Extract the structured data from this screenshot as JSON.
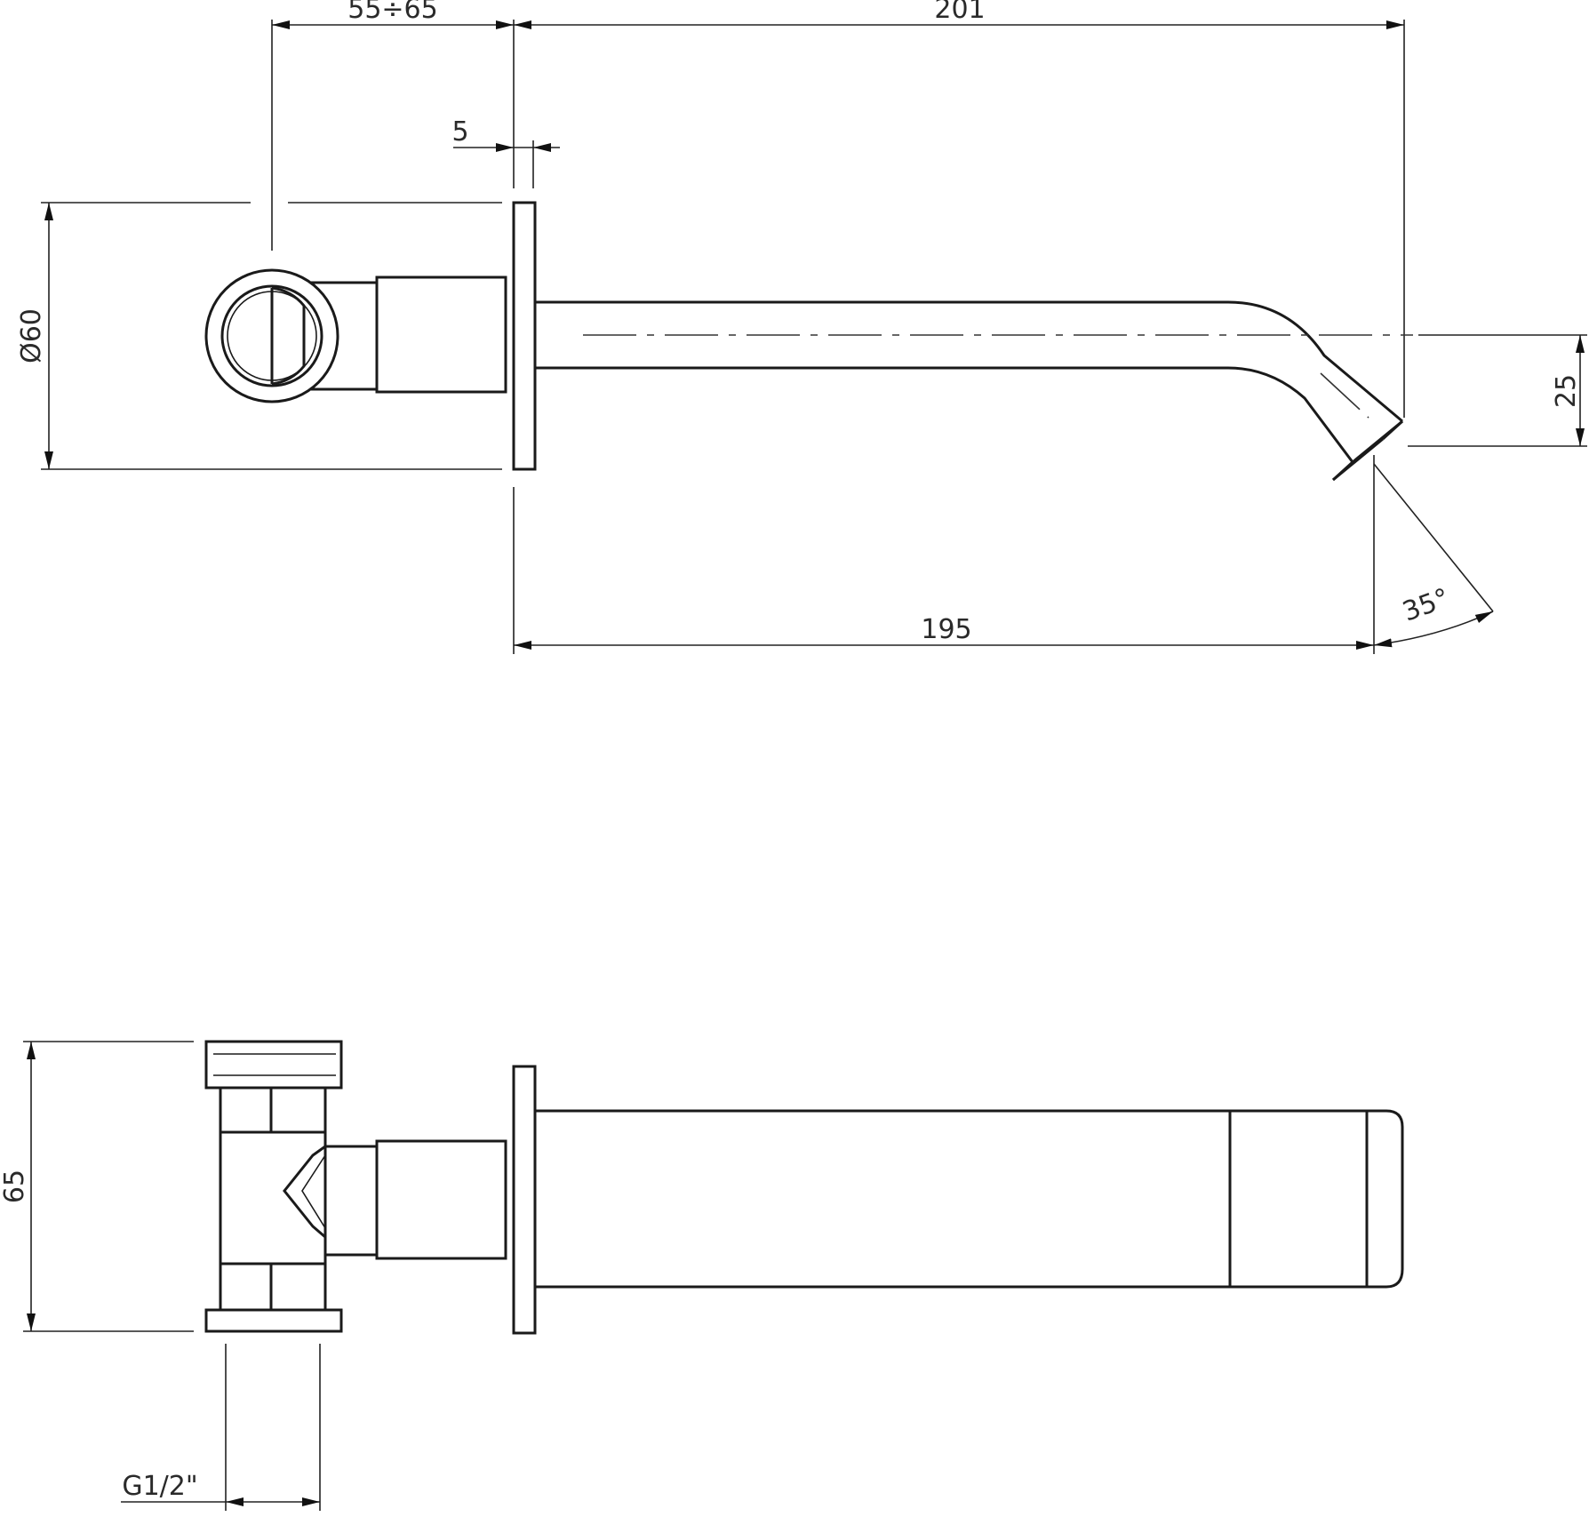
{
  "dimensions": {
    "dim_55_65": "55÷65",
    "dim_201": "201",
    "dim_5": "5",
    "dim_diameter_60": "Ø60",
    "dim_25": "25",
    "dim_195": "195",
    "dim_angle_35": "35°",
    "dim_65": "65",
    "dim_thread": "G1/2\""
  }
}
